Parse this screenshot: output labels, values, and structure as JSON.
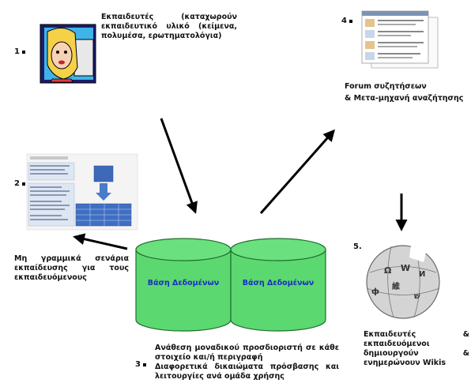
{
  "items": [
    {
      "number": "1",
      "lines": [
        "Εκπαιδευτές (καταχωρούν",
        "εκπαιδευτικό υλικό (κείμενα,",
        "πολυμέσα, ερωτηματολόγια)"
      ]
    },
    {
      "number": "2",
      "lines": [
        "Μη γραμμικά σενάρια",
        "εκπαίδευσης για τους",
        "εκπαιδευόμενους"
      ]
    },
    {
      "number": "3",
      "lines": [
        "Ανάθεση μοναδικού προσδιοριστή σε κάθε",
        "στοιχείο και/ή περιγραφή",
        "Διαφορετικά δικαιώματα πρόσβασης και",
        "λειτουργίες ανά ομάδα χρήσης"
      ]
    },
    {
      "number": "4",
      "lines": [
        "Forum συζητήσεων",
        "& Μετα-μηχανή αναζήτησης"
      ]
    },
    {
      "number": "5.",
      "lines": [
        "Εκπαιδευτές &",
        "εκπαιδευόμενοι",
        "δημιουργούν &",
        "ενημερώνουν Wikis"
      ]
    }
  ],
  "databases": [
    {
      "label": "Βάση Δεδομένων"
    },
    {
      "label": "Βάση Δεδομένων"
    }
  ],
  "wiki_globe_glyphs": [
    "Ω",
    "W",
    "И",
    "維",
    "ф",
    "ש"
  ],
  "colors": {
    "cylinder_fill": "#5cd870",
    "cylinder_stroke": "#1e6e2c",
    "db_label": "#1a2fc0",
    "arrow": "#000000"
  }
}
